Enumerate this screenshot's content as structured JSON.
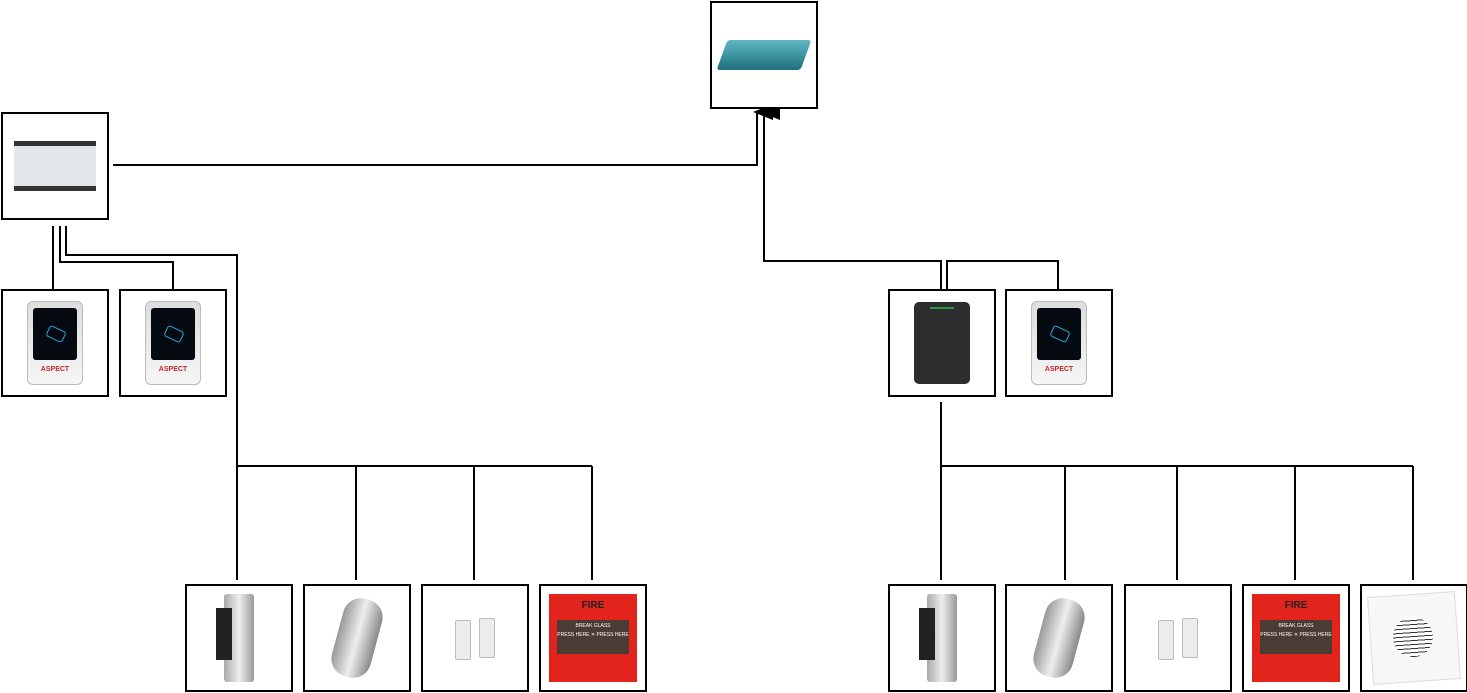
{
  "nodes": {
    "switch": {
      "label": "network-switch"
    },
    "controller": {
      "label": "access-controller"
    },
    "left_readers": [
      {
        "logo": "ASPECT"
      },
      {
        "logo": "ASPECT"
      }
    ],
    "right_readers": [
      {
        "type": "dark-reader"
      },
      {
        "logo": "ASPECT"
      }
    ],
    "left_devices": [
      "electric-strike",
      "exit-button",
      "door-contact",
      "fire-break-glass"
    ],
    "right_devices": [
      "electric-strike",
      "exit-button",
      "door-contact",
      "fire-break-glass",
      "siren-speaker"
    ]
  },
  "fire_alarm": {
    "title": "FIRE",
    "glass_text": "BREAK GLASS",
    "press_text": "PRESS HERE ✕ PRESS HERE"
  },
  "colors": {
    "line": "#000000",
    "fire": "#e2241c",
    "switch": "#2a8a99"
  }
}
